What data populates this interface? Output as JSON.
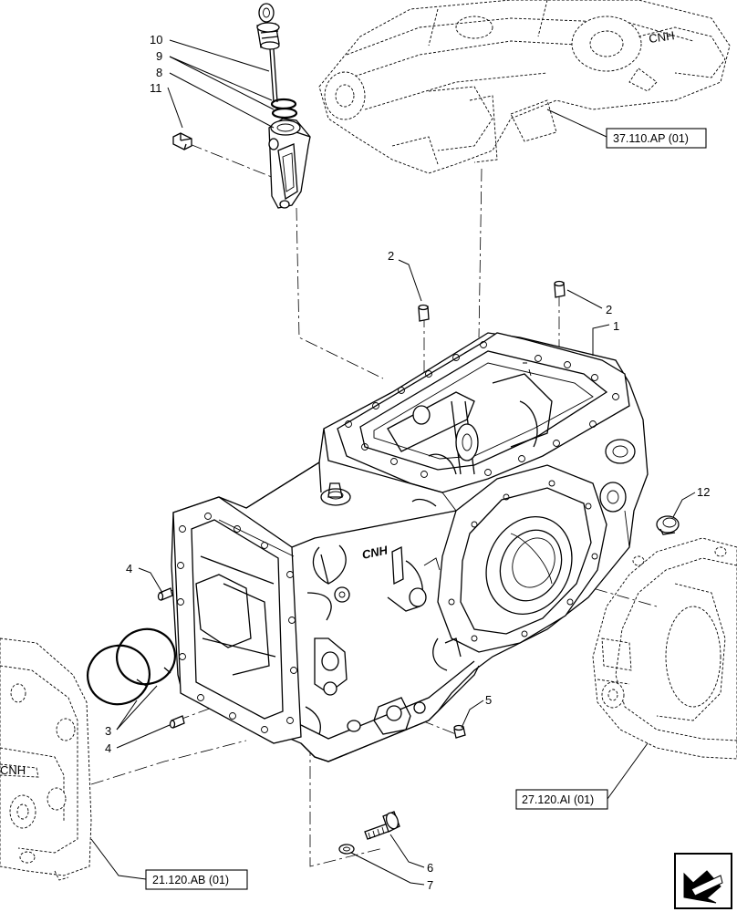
{
  "callouts": {
    "c10": "10",
    "c9": "9",
    "c8": "8",
    "c11": "11",
    "c2a": "2",
    "c2b": "2",
    "c1": "1",
    "c12": "12",
    "c4a": "4",
    "c3": "3",
    "c4b": "4",
    "c5": "5",
    "c6": "6",
    "c7": "7"
  },
  "references": {
    "rear_lift": "37.110.AP (01)",
    "clutch_housing": "27.120.AI (01)",
    "gearbox": "21.120.AB (01)"
  },
  "housing_casting_mark": "CNH"
}
